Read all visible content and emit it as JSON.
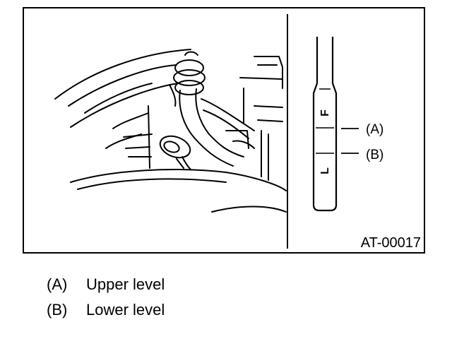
{
  "figure": {
    "id": "AT-00017",
    "dipstick_marks": {
      "full": "F",
      "low": "L"
    },
    "callouts": {
      "a": "(A)",
      "b": "(B)"
    }
  },
  "legend": [
    {
      "key": "(A)",
      "label": "Upper level"
    },
    {
      "key": "(B)",
      "label": "Lower level"
    }
  ]
}
